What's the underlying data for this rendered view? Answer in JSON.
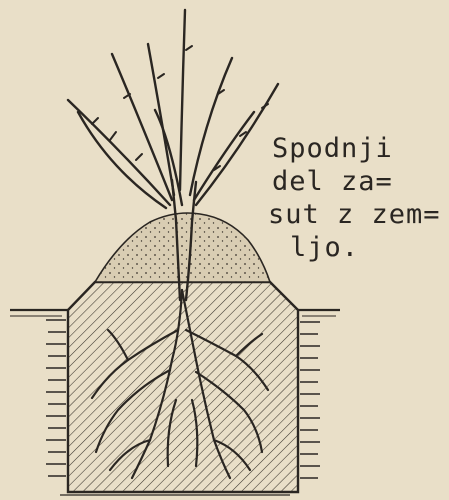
{
  "caption": {
    "line1": "Spodnji",
    "line2": "del za=",
    "line3": "sut z zem=",
    "line4": "ljo."
  },
  "colors": {
    "paper": "#e9dfc8",
    "ink": "#2a2622",
    "soil_mound": "#d9cdb3"
  },
  "icons": [
    "plant-icon",
    "root-icon",
    "hatched-soil",
    "planting-hole"
  ]
}
